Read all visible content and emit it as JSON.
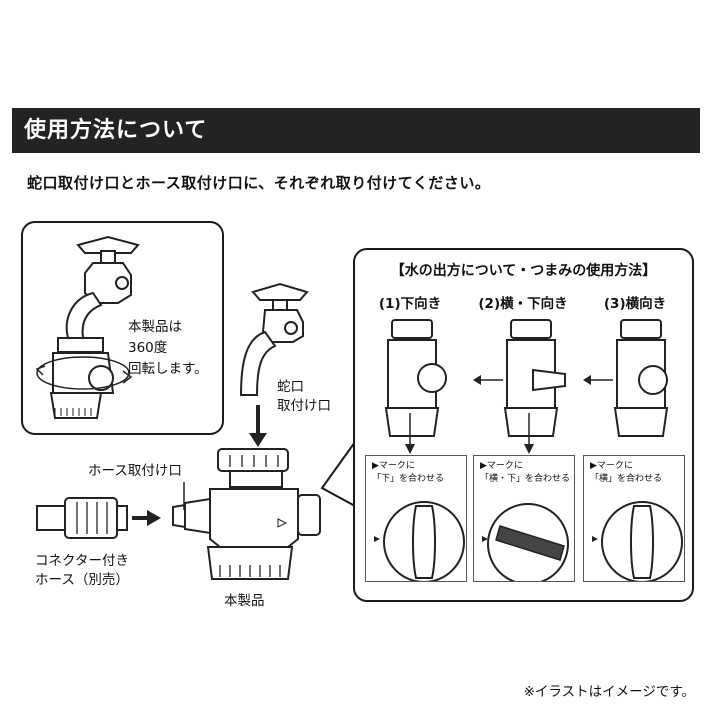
{
  "header": {
    "title": "使用方法について"
  },
  "intro": "蛇口取付け口とホース取付け口に、それぞれ取り付けてください。",
  "rotation_note": [
    "本製品は",
    "360度",
    "回転します。"
  ],
  "labels": {
    "faucet_port": [
      "蛇口",
      "取付け口"
    ],
    "hose_port": "ホース取付け口",
    "hose": [
      "コネクター付き",
      "ホース（別売）"
    ],
    "product": "本製品"
  },
  "panel": {
    "title": "【水の出方について・つまみの使用方法】",
    "modes": [
      {
        "label": "(1)下向き",
        "hint_line1": "▶マークに",
        "hint_line2": "「下」を合わせる"
      },
      {
        "label": "(2)横・下向き",
        "hint_line1": "▶マークに",
        "hint_line2": "「横・下」を合わせる"
      },
      {
        "label": "(3)横向き",
        "hint_line1": "▶マークに",
        "hint_line2": "「横」を合わせる"
      }
    ]
  },
  "footnote": "※イラストはイメージです。"
}
